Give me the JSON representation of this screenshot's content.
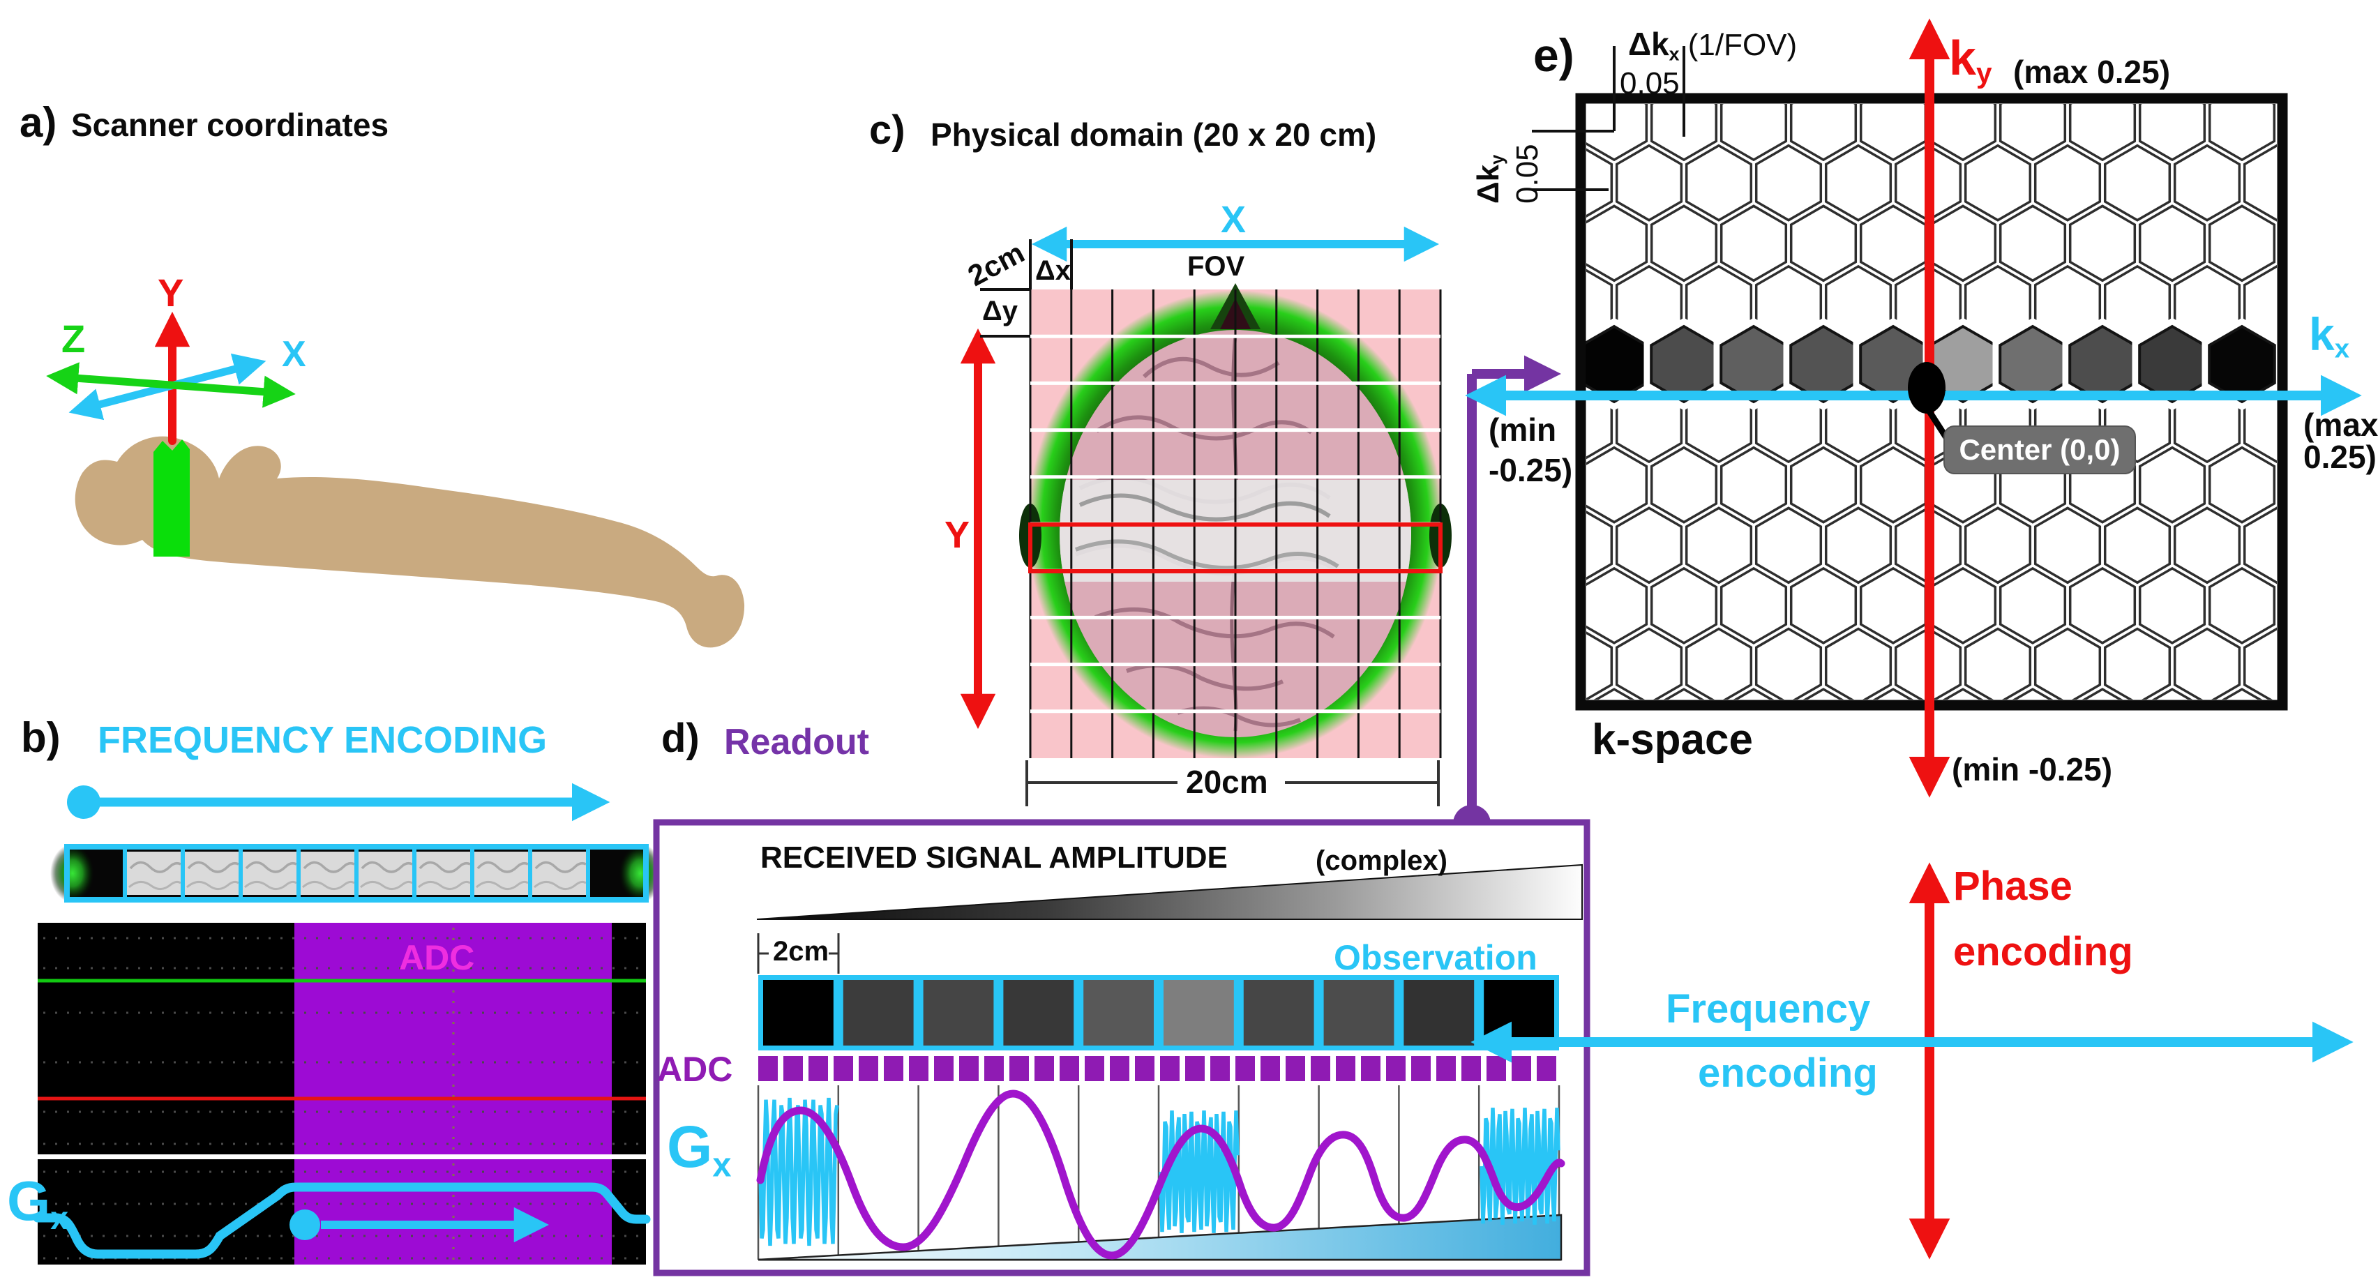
{
  "figure": {
    "a": {
      "tag": "a)",
      "title": "Scanner coordinates",
      "axis_x": "X",
      "axis_y": "Y",
      "axis_z": "Z"
    },
    "b": {
      "tag": "b)",
      "title": "FREQUENCY ENCODING",
      "adc": "ADC",
      "g": "G",
      "g_sub": "x"
    },
    "c": {
      "tag": "c)",
      "title": "Physical domain (20 x 20 cm)",
      "axis_x": "X",
      "fov": "FOV",
      "axis_y": "Y",
      "d2cm": "2cm",
      "dx": "Δx",
      "dy": "Δy",
      "d20cm": "20cm"
    },
    "d": {
      "tag": "d)",
      "title": "Readout",
      "received": "RECEIVED SIGNAL AMPLITUDE",
      "complex": "(complex)",
      "d2cm": "2cm",
      "observation": "Observation",
      "adc": "ADC",
      "g": "G",
      "g_sub": "x"
    },
    "e": {
      "tag": "e)",
      "dk": "Δk",
      "dkx_sub": "x",
      "dkx_rest": "(1/FOV)",
      "dkx_val": "0.05",
      "dky_sub": "y",
      "dky_val": "0.05",
      "k": "k",
      "kx_sub": "x",
      "ky_sub": "y",
      "ky_max": "(max 0.25)",
      "ky_min": "(min -0.25)",
      "kx_min_1": "(min",
      "kx_min_2": "-0.25)",
      "kx_max_1": "(max",
      "kx_max_2": "0.25)",
      "center": "Center (0,0)",
      "kspace": "k-space",
      "phase_1": "Phase",
      "phase_2": "encoding",
      "freq_1": "Frequency",
      "freq_2": "encoding"
    }
  },
  "data": {
    "observation_grays": [
      "#000000",
      "#3c3c3c",
      "#454545",
      "#383838",
      "#585858",
      "#7e7e7e",
      "#464646",
      "#4c4c4c",
      "#323232",
      "#000000"
    ],
    "kspace_row_grays": [
      "#030303",
      "#4c4c4c",
      "#5f5f5f",
      "#535353",
      "#5a5a5a",
      "#9f9f9f",
      "#6f6f6f",
      "#4d4d4d",
      "#3a3a3a",
      "#060606"
    ],
    "adc_sample_count": 32,
    "image_grid": {
      "cols": 10,
      "rows": 10
    },
    "fov_cm": 20,
    "pixel_cm": 2,
    "k_max": 0.25,
    "k_min": -0.25,
    "dk": 0.05
  },
  "colors": {
    "cyan": "#29c5f6",
    "red": "#ee1111",
    "green": "#16d316",
    "slice_green": "#0ade0a",
    "tan": "#c9aa80",
    "purple_band": "#9d0bd4",
    "magenta": "#ef2ee0",
    "purple_dark": "#7434a2",
    "purple_comb": "#8f1bb3",
    "wave_purple": "#a015cc",
    "pink": "#f9c5ca",
    "wedge_blue": "#42aede",
    "hex_stroke": "#2e2e2e",
    "badge": "#6f6f6f",
    "black": "#0a0a0a"
  }
}
